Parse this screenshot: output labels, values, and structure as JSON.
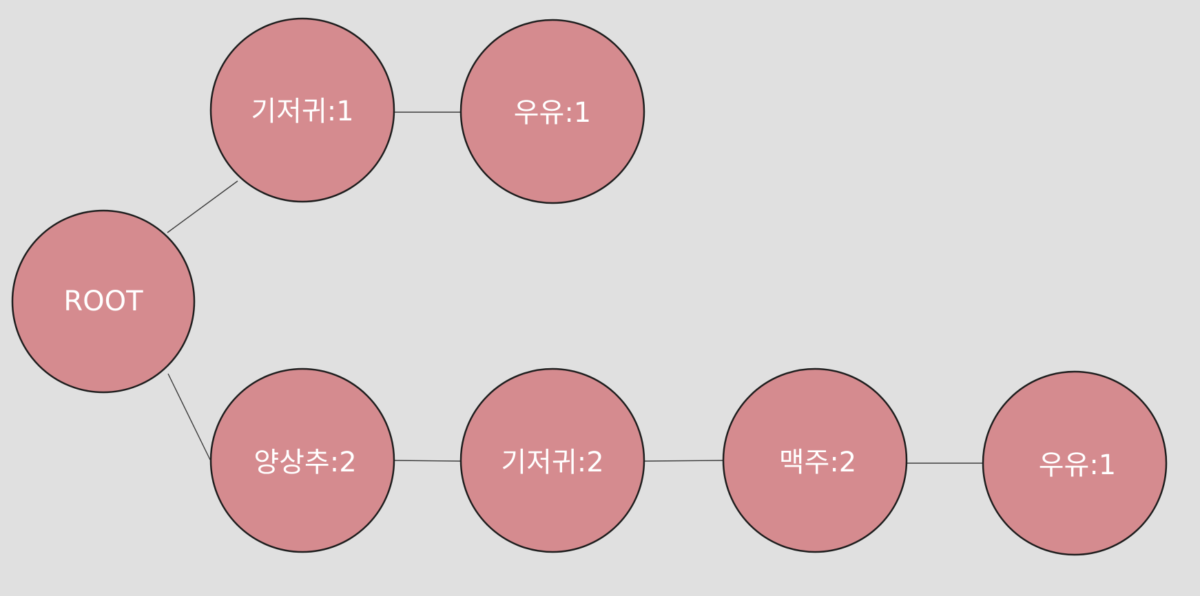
{
  "diagram": {
    "type": "tree",
    "colors": {
      "background": "#e0e0e0",
      "node_fill": "#d58b8f",
      "node_border": "#1e1e1e",
      "edge": "#3a3a3a",
      "label": "#ffffff"
    },
    "nodes": [
      {
        "id": "root",
        "label": "ROOT"
      },
      {
        "id": "diaper-1",
        "label": "기저귀:1"
      },
      {
        "id": "milk-1a",
        "label": "우유:1"
      },
      {
        "id": "lettuce-2",
        "label": "양상추:2"
      },
      {
        "id": "diaper-2",
        "label": "기저귀:2"
      },
      {
        "id": "beer-2",
        "label": "맥주:2"
      },
      {
        "id": "milk-1b",
        "label": "우유:1"
      }
    ],
    "edges": [
      {
        "from": "root",
        "to": "diaper-1"
      },
      {
        "from": "diaper-1",
        "to": "milk-1a"
      },
      {
        "from": "root",
        "to": "lettuce-2"
      },
      {
        "from": "lettuce-2",
        "to": "diaper-2"
      },
      {
        "from": "diaper-2",
        "to": "beer-2"
      },
      {
        "from": "beer-2",
        "to": "milk-1b"
      }
    ]
  }
}
